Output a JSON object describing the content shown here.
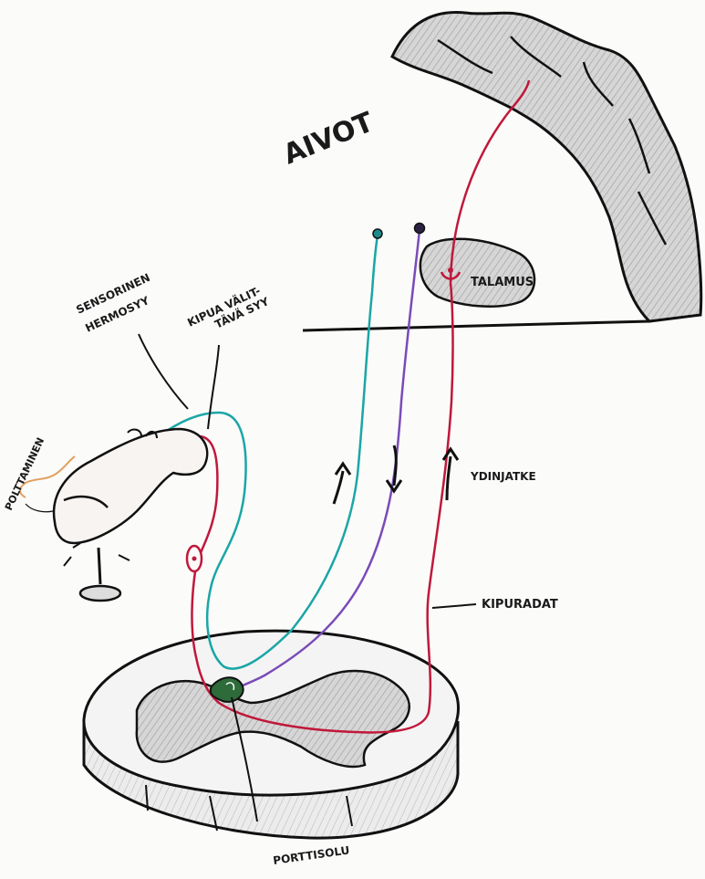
{
  "labels": {
    "brain": "AIVOT",
    "thalamus": "TALAMUS",
    "sensory_nerve": [
      "SENSORINEN",
      "HERMOSYY"
    ],
    "pain_fiber": [
      "KIPUA VÄLIT-",
      "TÄVÄ SYY"
    ],
    "burn": "POLTTAMINEN",
    "axon": "YDINJATKE",
    "pain_pathways": "KIPURADAT",
    "gate_cell": "PORTTISOLU"
  },
  "colors": {
    "pain_fiber": "#c0183a",
    "sensory_fiber": "#1aa6a6",
    "descending_fiber": "#7a4bb8",
    "outline": "#111111",
    "shading": "#9a9a9a",
    "burn_glow": "#e0a060"
  },
  "icons": [
    "pin-icon",
    "up-arrow-icon",
    "down-arrow-icon"
  ]
}
